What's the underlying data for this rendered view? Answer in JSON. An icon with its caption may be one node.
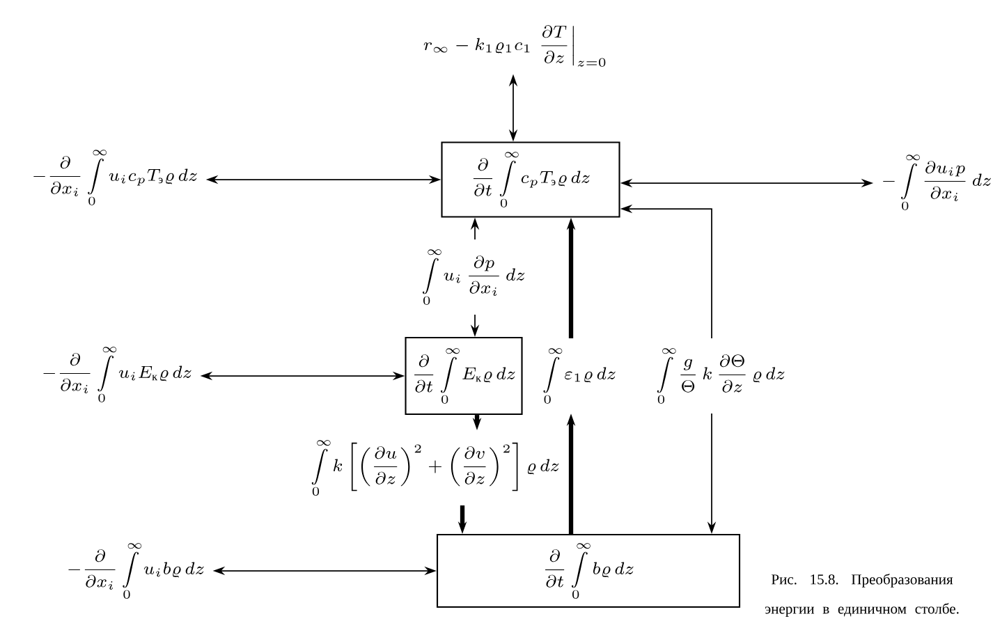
{
  "diagram": {
    "caption": "Рис. 15.8. Преобразования энергии в единичном столбе.",
    "nodes": [
      {
        "text": [
          "r_\\infty - k_1\\varrho_1 c_1 \\left.\\frac{\\partial T}{\\partial z}\\right|_{z=0}"
        ]
      },
      {
        "text": [
          "-\\frac{\\partial}{\\partial x_i}\\int\\limits_0^\\infty u_i c_p T_{\\text{э}}\\varrho\\,dz"
        ]
      },
      {
        "text": [
          "\\frac{\\partial}{\\partial t}\\int\\limits_0^\\infty c_p T_{\\text{э}}\\varrho\\,dz"
        ]
      },
      {
        "text": [
          "-\\int\\limits_0^\\infty \\frac{\\partial u_i p}{\\partial x_i}\\,dz"
        ]
      },
      {
        "text": [
          "\\int\\limits_0^\\infty u_i\\,\\frac{\\partial p}{\\partial x_i}\\,dz"
        ]
      },
      {
        "text": [
          "-\\frac{\\partial}{\\partial x_i}\\int\\limits_0^\\infty u_i E_{\\text{к}}\\varrho\\,dz"
        ]
      },
      {
        "text": [
          "\\frac{\\partial}{\\partial t}\\int\\limits_0^\\infty E_{\\text{к}}\\varrho\\,dz"
        ]
      },
      {
        "text": [
          "\\int\\limits_0^\\infty \\varepsilon_1\\varrho\\,dz"
        ]
      },
      {
        "text": [
          "\\int\\limits_0^\\infty \\frac{g}{\\Theta}\\,k\\,\\frac{\\partial\\Theta}{\\partial z}\\,\\varrho\\,dz"
        ]
      },
      {
        "text": [
          "\\int\\limits_0^\\infty k\\left[\\left(\\frac{\\partial u}{\\partial z}\\right)^2+\\left(\\frac{\\partial v}{\\partial z}\\right)^2\\right]\\varrho\\,dz"
        ]
      },
      {
        "text": [
          "-\\frac{\\partial}{\\partial x_i}\\int\\limits_0^\\infty u_i b\\varrho\\,dz"
        ]
      },
      {
        "text": [
          "\\frac{\\partial}{\\partial t}\\int\\limits_0^\\infty b\\varrho\\,dz"
        ]
      }
    ],
    "edges": [
      {
        "from": 0,
        "to": 2,
        "arrow": "both"
      },
      {
        "from": 1,
        "to": 2,
        "arrow": "both"
      },
      {
        "from": 2,
        "to": 3,
        "arrow": "both"
      },
      {
        "from": 8,
        "to": 2,
        "arrow": "to"
      },
      {
        "from": 4,
        "to": 2,
        "arrow": "to"
      },
      {
        "from": 4,
        "to": 6,
        "arrow": "to"
      },
      {
        "from": 5,
        "to": 6,
        "arrow": "both"
      },
      {
        "from": 6,
        "to": 9,
        "arrow": "to",
        "style": "thick"
      },
      {
        "from": 9,
        "to": 11,
        "arrow": "to",
        "style": "thick"
      },
      {
        "from": 11,
        "to": 7,
        "arrow": "to",
        "style": "thick"
      },
      {
        "from": 7,
        "to": 2,
        "arrow": "to",
        "style": "thick"
      },
      {
        "from": 8,
        "to": 11,
        "arrow": "to"
      },
      {
        "from": 10,
        "to": 11,
        "arrow": "both"
      }
    ]
  }
}
